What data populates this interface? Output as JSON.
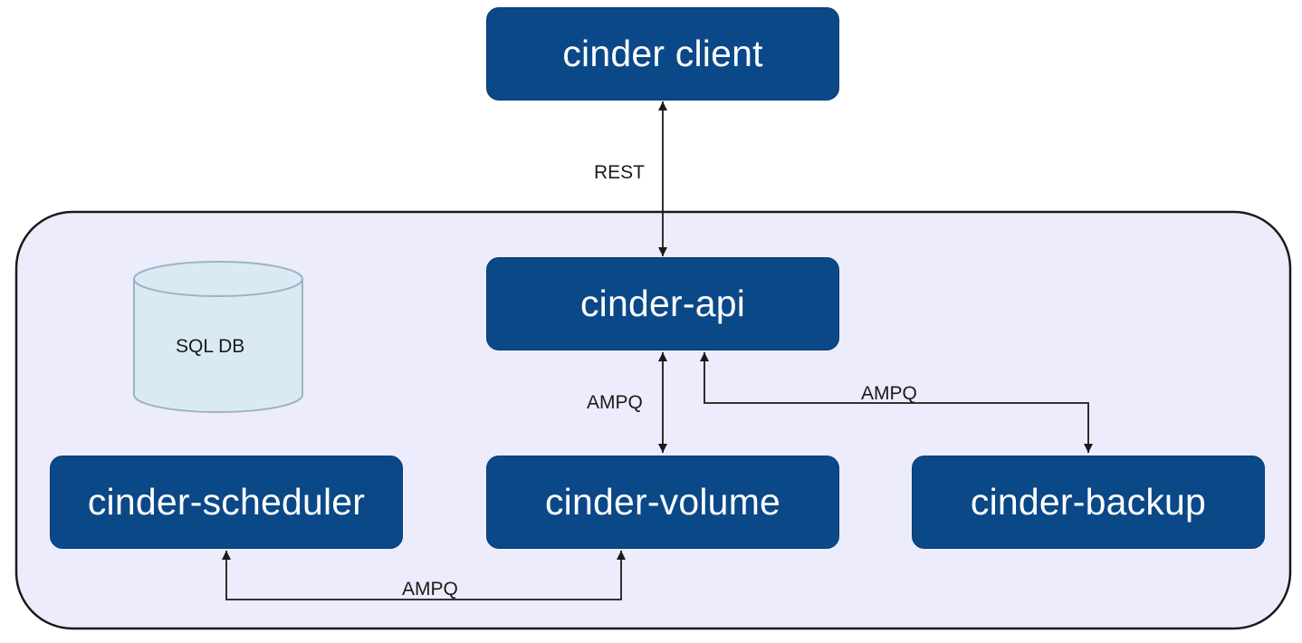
{
  "nodes": {
    "client": "cinder client",
    "api": "cinder-api",
    "scheduler": "cinder-scheduler",
    "volume": "cinder-volume",
    "backup": "cinder-backup"
  },
  "database": {
    "label": "SQL DB"
  },
  "edges": {
    "client_api": "REST",
    "api_volume": "AMPQ",
    "api_backup": "AMPQ",
    "scheduler_volume": "AMPQ"
  },
  "colors": {
    "node_fill": "#0b4888",
    "node_text": "#ffffff",
    "container_fill": "#ececfc",
    "container_stroke": "#1a1a1a",
    "db_fill": "#daeaf3",
    "db_stroke": "#9db3c4",
    "edge": "#1a1a1a"
  }
}
